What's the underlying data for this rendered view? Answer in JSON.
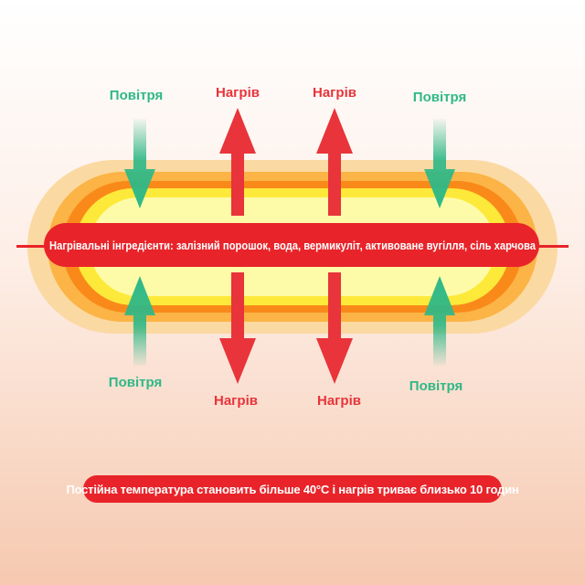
{
  "labels": {
    "air": "Повітря",
    "heat": "Нагрів"
  },
  "ingredients_text": "Нагрівальні інгредієнти: залізний порошок, вода, вермикуліт, активоване вугілля, сіль харчова",
  "footer_text": "Постійна температура становить більше 40°C і нагрів триває близько 10 годин",
  "colors": {
    "air_arrow": "#2fb887",
    "heat_arrow": "#e8343a",
    "band": "#e8242a",
    "layer_outer": "#fbd9a2",
    "layer_orange": "#fbb445",
    "layer_deep": "#f98a1a",
    "layer_yellow": "#fde93a",
    "layer_core": "#fefba8"
  }
}
